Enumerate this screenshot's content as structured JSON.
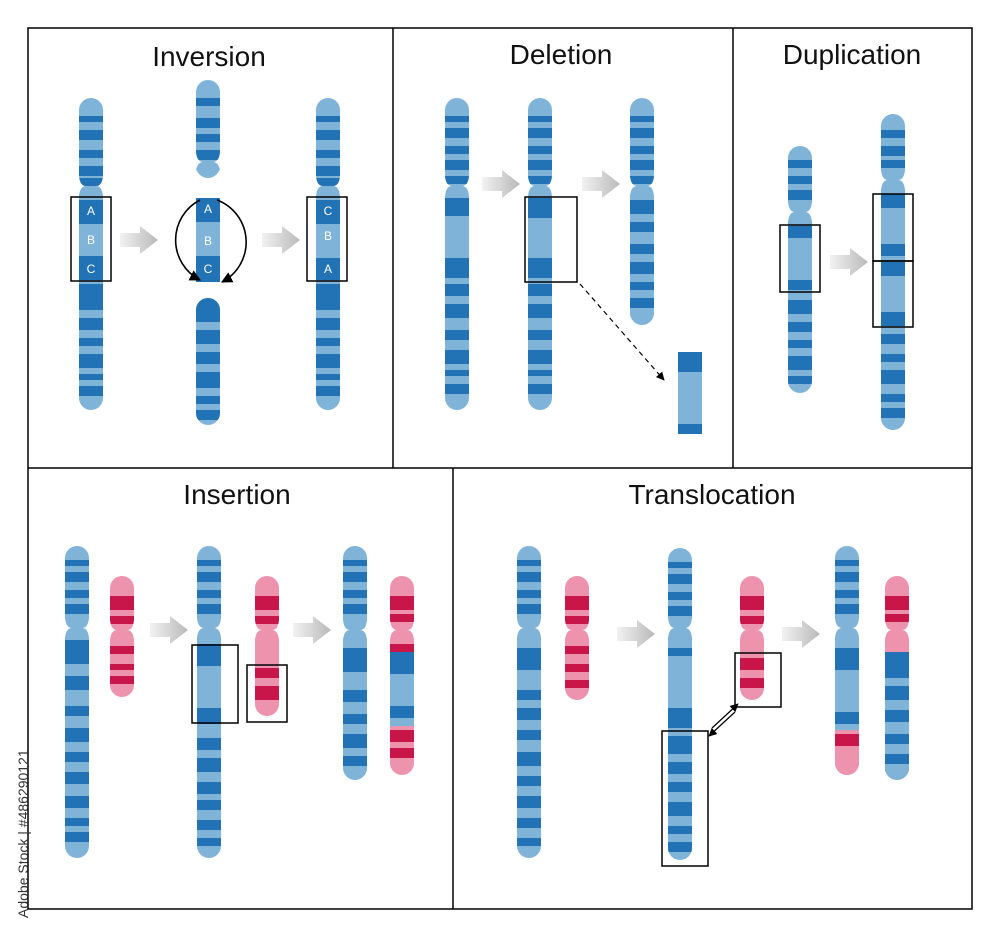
{
  "panels": {
    "inversion": {
      "title": "Inversion",
      "genes_before": [
        "A",
        "B",
        "C"
      ],
      "genes_after": [
        "C",
        "B",
        "A"
      ]
    },
    "deletion": {
      "title": "Deletion"
    },
    "duplication": {
      "title": "Duplication"
    },
    "insertion": {
      "title": "Insertion"
    },
    "translocation": {
      "title": "Translocation"
    }
  },
  "watermark": "Adobe Stock | #486290121",
  "colors": {
    "blue_light": "#7fb4d8",
    "blue_dark": "#2272b6",
    "pink_light": "#ee93ae",
    "pink_dark": "#c8164b",
    "arrow": "#c8c8c8",
    "frame": "#000000"
  }
}
